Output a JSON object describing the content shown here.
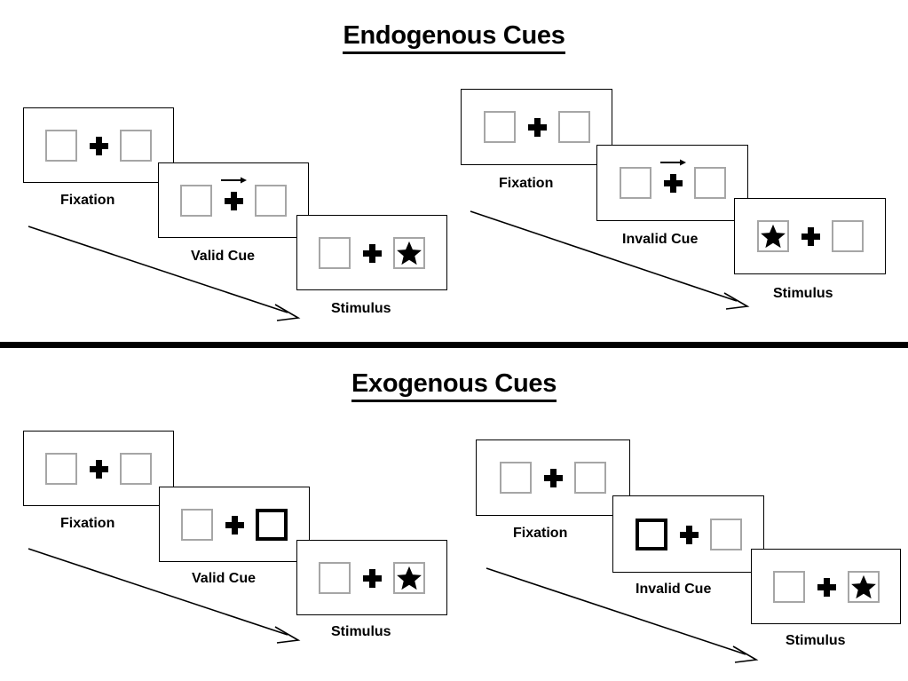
{
  "sections": [
    {
      "id": "endogenous",
      "title": "Endogenous Cues",
      "columns": [
        {
          "id": "endogenous-valid",
          "cue_type": "Valid Cue",
          "panels": [
            {
              "caption": "Fixation",
              "cue_icon": "none",
              "left_content": "empty",
              "right_content": "empty"
            },
            {
              "caption": "Valid Cue",
              "cue_icon": "arrow-right-icon",
              "left_content": "empty",
              "right_content": "empty"
            },
            {
              "caption": "Stimulus",
              "cue_icon": "none",
              "left_content": "empty",
              "right_content": "star-icon"
            }
          ]
        },
        {
          "id": "endogenous-invalid",
          "cue_type": "Invalid Cue",
          "panels": [
            {
              "caption": "Fixation",
              "cue_icon": "none",
              "left_content": "empty",
              "right_content": "empty"
            },
            {
              "caption": "Invalid Cue",
              "cue_icon": "arrow-right-icon",
              "left_content": "empty",
              "right_content": "empty"
            },
            {
              "caption": "Stimulus",
              "cue_icon": "none",
              "left_content": "star-icon",
              "right_content": "empty"
            }
          ]
        }
      ]
    },
    {
      "id": "exogenous",
      "title": "Exogenous Cues",
      "columns": [
        {
          "id": "exogenous-valid",
          "cue_type": "Valid Cue",
          "panels": [
            {
              "caption": "Fixation",
              "cue_icon": "none",
              "left_content": "empty",
              "right_content": "empty",
              "highlight": "none"
            },
            {
              "caption": "Valid Cue",
              "cue_icon": "none",
              "left_content": "empty",
              "right_content": "empty",
              "highlight": "right"
            },
            {
              "caption": "Stimulus",
              "cue_icon": "none",
              "left_content": "empty",
              "right_content": "star-icon",
              "highlight": "none"
            }
          ]
        },
        {
          "id": "exogenous-invalid",
          "cue_type": "Invalid Cue",
          "panels": [
            {
              "caption": "Fixation",
              "cue_icon": "none",
              "left_content": "empty",
              "right_content": "empty",
              "highlight": "none"
            },
            {
              "caption": "Invalid Cue",
              "cue_icon": "none",
              "left_content": "empty",
              "right_content": "empty",
              "highlight": "left"
            },
            {
              "caption": "Stimulus",
              "cue_icon": "none",
              "left_content": "empty",
              "right_content": "star-icon",
              "highlight": "none"
            }
          ]
        }
      ]
    }
  ],
  "colors": {
    "box_border": "#a6a6a6",
    "highlight_border": "#000000",
    "panel_border": "#000000",
    "divider": "#000000",
    "text": "#000000",
    "background": "#ffffff"
  },
  "icons": {
    "fixation_cross": "plus-icon",
    "endogenous_cue": "arrow-right-icon",
    "target": "star-icon",
    "time_flow": "diagonal-arrow-icon"
  }
}
